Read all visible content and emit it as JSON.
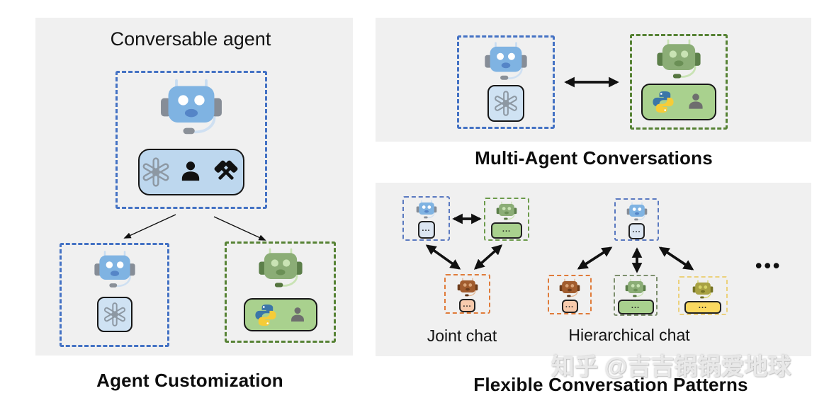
{
  "left_panel": {
    "title": "Conversable agent",
    "caption": "Agent Customization"
  },
  "multi_agent_panel": {
    "caption": "Multi-Agent Conversations"
  },
  "patterns_panel": {
    "caption": "Flexible Conversation Patterns",
    "joint_label": "Joint chat",
    "hier_label": "Hierarchical chat",
    "more": "•••"
  },
  "badge_dots": "...",
  "watermark": "知乎 @吉吉锅锅爱地球",
  "icons": {
    "llm": "openai-logo-icon",
    "human": "person-icon",
    "tools": "crossed-hammers-icon",
    "code": "python-logo-icon",
    "agent": "robot-face-icon",
    "more": "more-ellipsis"
  },
  "colors": {
    "panel_bg": "#f0f0f0",
    "dash_blue": "#4472c4",
    "dash_blue_light": "#5a79c0",
    "dash_green": "#568234",
    "dash_green_muted": "#7d8f6e",
    "dash_orange": "#e07b39",
    "dash_yellow": "#ecd17c",
    "badge_blue": "#bdd7ee",
    "badge_blue_light": "#dce6f2",
    "badge_green": "#a9d18e",
    "badge_peach": "#f8cbad",
    "badge_yellow": "#fad960",
    "openai_gray": "#8d98a3",
    "person_black": "#111111",
    "person_gray": "#6e6e6e",
    "python_blue": "#3b76a8",
    "python_yellow": "#f6cc38",
    "arrow": "#111111",
    "robots": {
      "blue": {
        "head": "#7fb3e2",
        "ear": "#868d97",
        "eye": "#ffffff",
        "mouth": "#5585c7",
        "antenna": "#c8ddf2",
        "mic": "#8a9098",
        "arm": "#cfe0f2"
      },
      "green": {
        "head": "#8bad76",
        "ear": "#5c7f4a",
        "eye": "#c9e3b4",
        "mouth": "#6a8f55",
        "antenna": "#c9e3b4",
        "mic": "#55753f",
        "arm": "#c9e3b4"
      },
      "brown": {
        "head": "#a15c2e",
        "ear": "#6e3d1c",
        "eye": "#d9a377",
        "mouth": "#6e3d1c",
        "antenna": "#e3b48f",
        "mic": "#5c3317",
        "arm": "#e3b48f"
      },
      "olive": {
        "head": "#a8a243",
        "ear": "#767426",
        "eye": "#d6d468",
        "mouth": "#767426",
        "antenna": "#d6d468",
        "mic": "#6e6e28",
        "arm": "#d6d468"
      }
    }
  }
}
